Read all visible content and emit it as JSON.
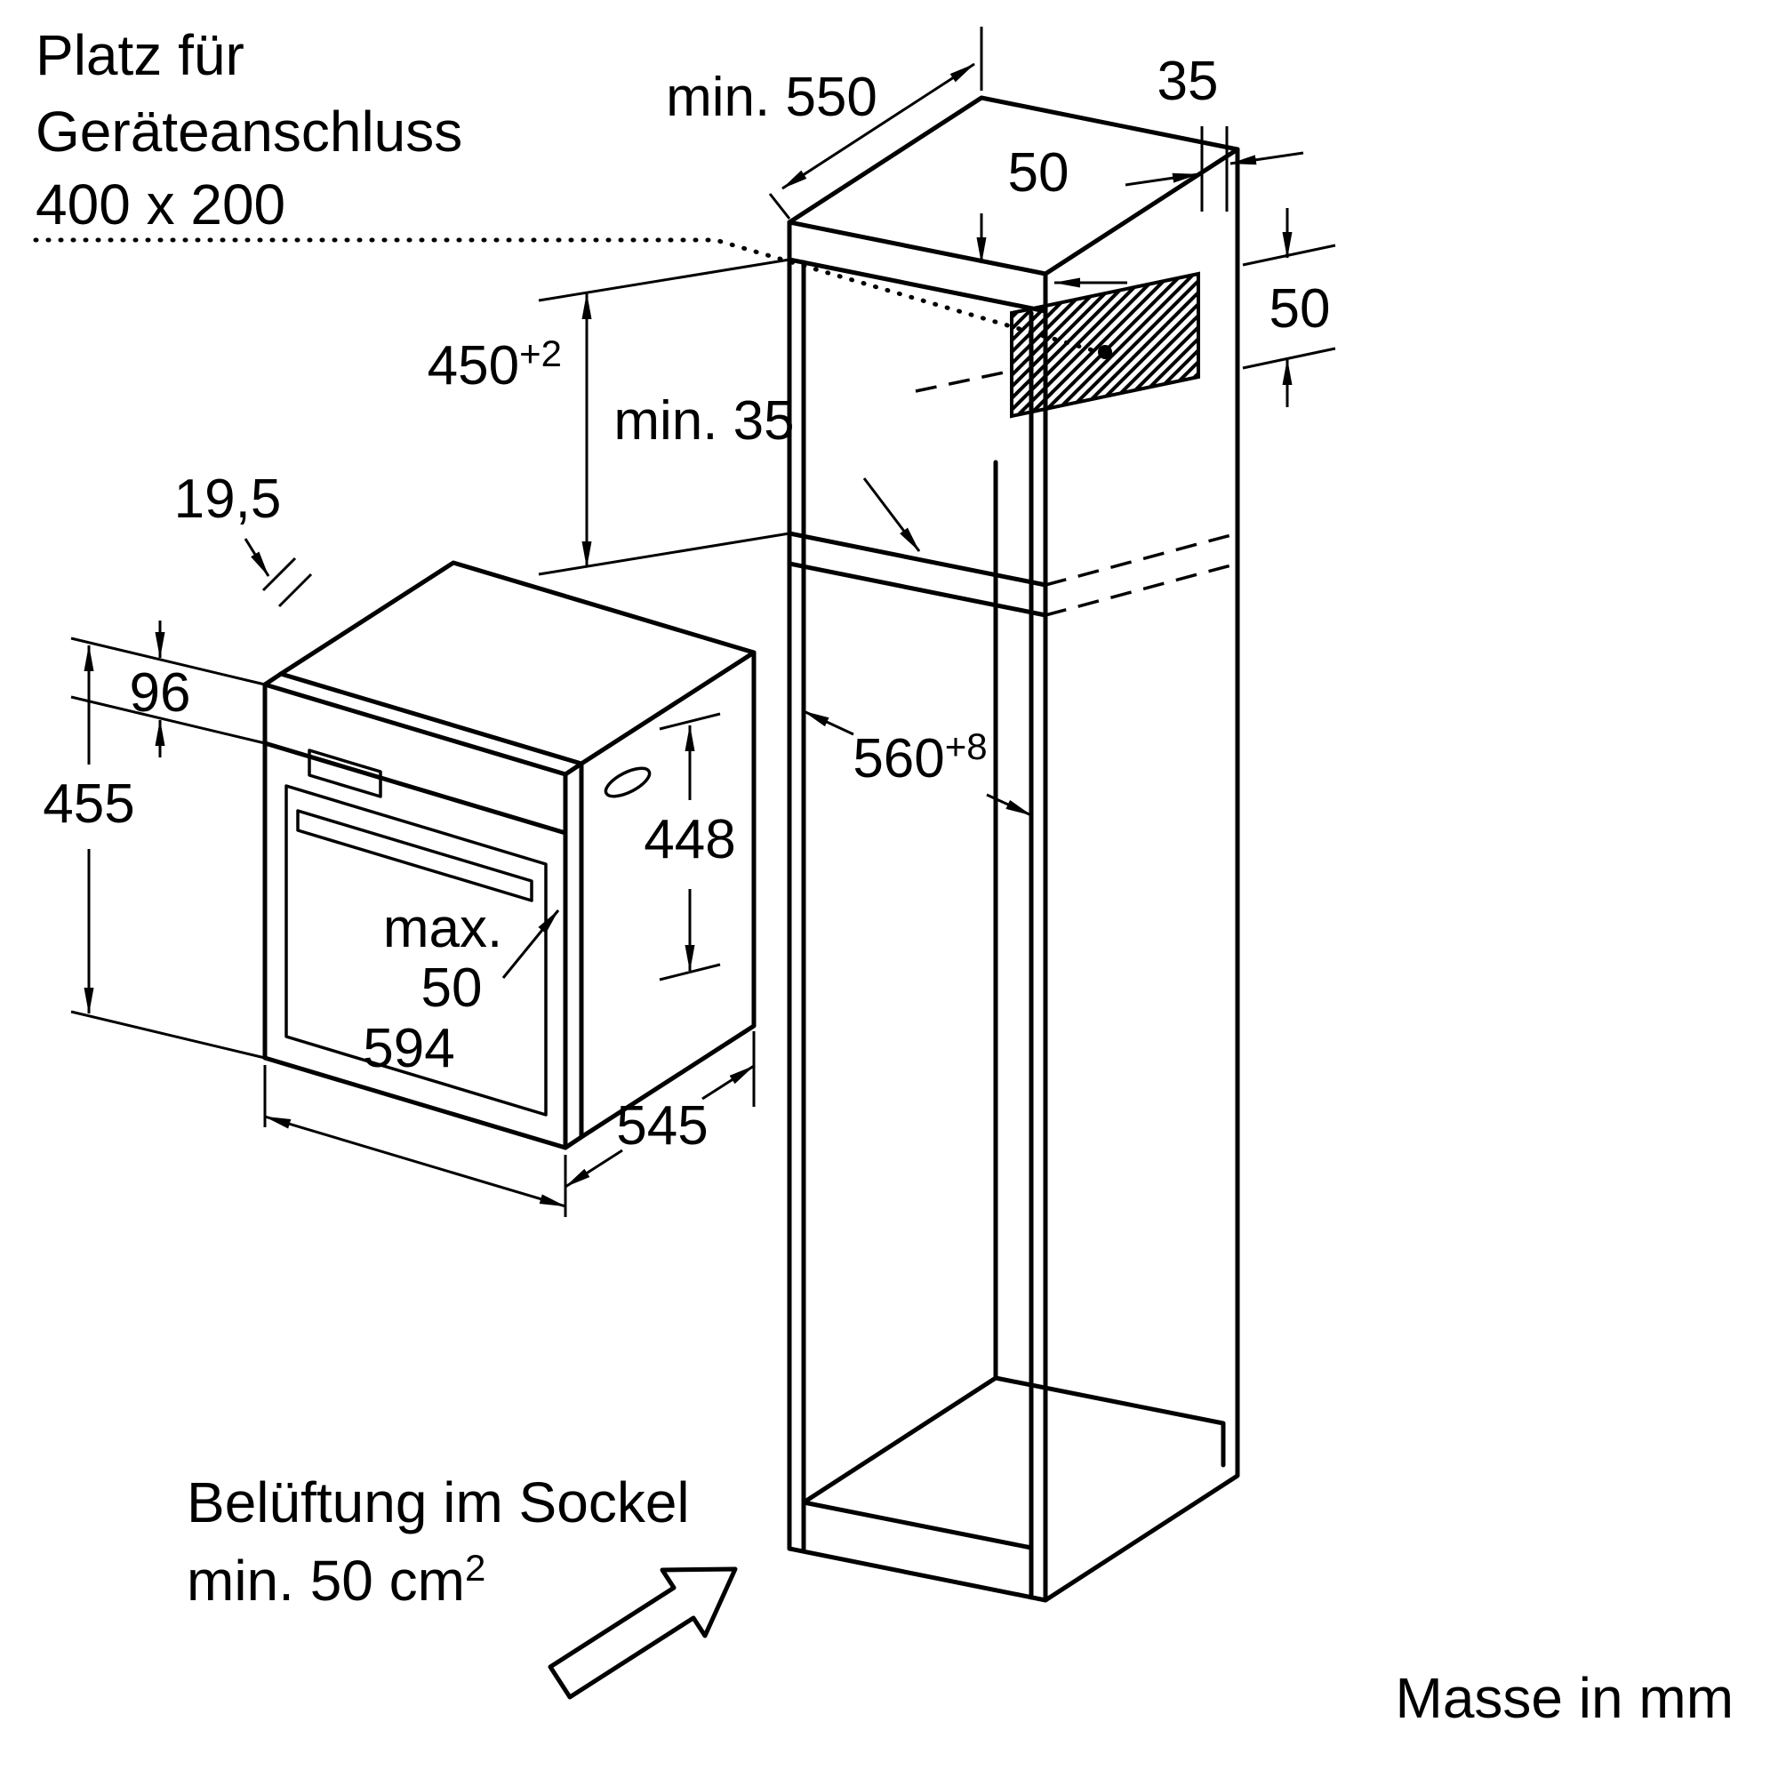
{
  "note_connection": {
    "line1": "Platz für",
    "line2": "Geräteanschluss",
    "line3": "400 x 200"
  },
  "dims": {
    "cabinet_depth": "min. 550",
    "wall_gap": "35",
    "conn_top_offset": "50",
    "conn_side_offset": "50",
    "niche_height": "450",
    "niche_height_tol": "+2",
    "shelf_gap": "min. 35",
    "niche_width": "560",
    "niche_width_tol": "+8",
    "frame_overhang": "19,5",
    "panel_height": "96",
    "front_height": "455",
    "body_height": "448",
    "protrusion_line1": "max.",
    "protrusion_line2": "50",
    "oven_width": "594",
    "oven_depth": "545"
  },
  "notes": {
    "vent_line1": "Belüftung im Sockel",
    "vent_value": "min. 50 cm",
    "vent_sup": "2",
    "units": "Masse in mm"
  },
  "colors": {
    "ink": "#000000",
    "paper": "#ffffff"
  }
}
